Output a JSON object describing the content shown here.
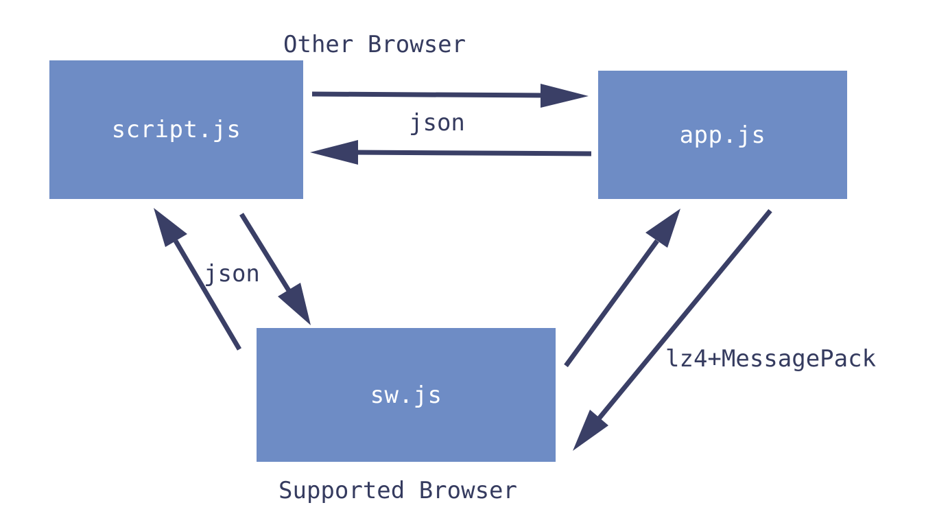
{
  "colors": {
    "box_fill": "#6e8cc5",
    "box_text": "#ffffff",
    "arrow": "#3a3f66",
    "label_text": "#353b5f",
    "background": "#ffffff"
  },
  "nodes": {
    "script": {
      "label": "script.js"
    },
    "app": {
      "label": "app.js"
    },
    "sw": {
      "label": "sw.js"
    }
  },
  "group_labels": {
    "other_browser": "Other Browser",
    "supported_browser": "Supported Browser"
  },
  "edge_labels": {
    "app_to_script": "json",
    "sw_to_script": "json",
    "app_to_sw": "lz4+MessagePack"
  },
  "edges": [
    {
      "from": "script.js",
      "to": "app.js"
    },
    {
      "from": "app.js",
      "to": "script.js",
      "label": "json"
    },
    {
      "from": "script.js",
      "to": "sw.js"
    },
    {
      "from": "sw.js",
      "to": "script.js",
      "label": "json"
    },
    {
      "from": "sw.js",
      "to": "app.js"
    },
    {
      "from": "app.js",
      "to": "sw.js",
      "label": "lz4+MessagePack"
    }
  ]
}
